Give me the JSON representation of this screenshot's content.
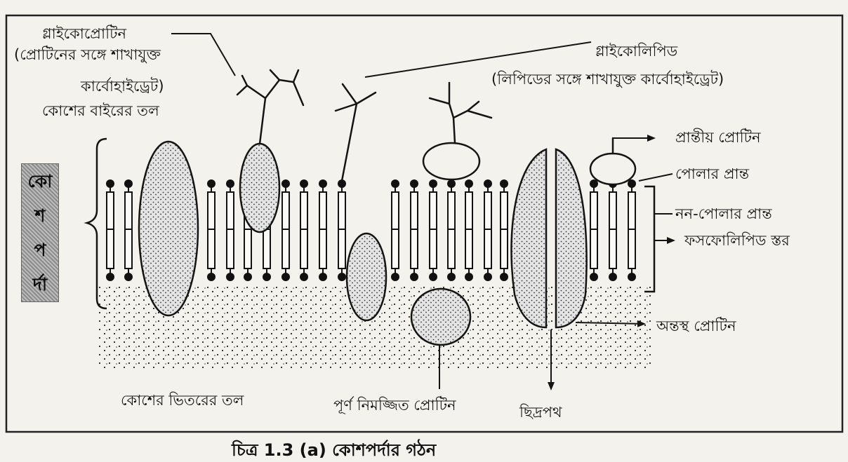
{
  "labels": {
    "glycoprotein": "গ্লাইকোপ্রোটিন",
    "glycoprotein_desc_1": "(প্রোটিনের সঙ্গে শাখাযুক্ত",
    "glycoprotein_desc_2": "কার্বোহাইড্রেট)",
    "outer_surface": "কোশের বাইরের তল",
    "glycolipid": "গ্লাইকোলিপিড",
    "glycolipid_desc": "(লিপিডের সঙ্গে শাখাযুক্ত কার্বোহাইড্রেট)",
    "peripheral_protein": "প্রান্তীয় প্রোটিন",
    "polar_end": "পোলার প্রান্ত",
    "nonpolar_end": "নন-পোলার প্রান্ত",
    "phospholipid_layer": "ফসফোলিপিড স্তর",
    "integral_protein": "অন্তস্থ প্রোটিন",
    "inner_surface": "কোশের ভিতরের তল",
    "submerged_protein": "পূর্ণ নিমজ্জিত প্রোটিন",
    "pore": "ছিদ্রপথ"
  },
  "side_label": [
    "কো",
    "শ",
    "প",
    "র্দা"
  ],
  "caption": "চিত্র 1.3 (a) কোশপর্দার গঠন",
  "colors": {
    "background": "#f4f2ec",
    "ink": "#141414",
    "side_label_bg": "#9e9e9e"
  }
}
